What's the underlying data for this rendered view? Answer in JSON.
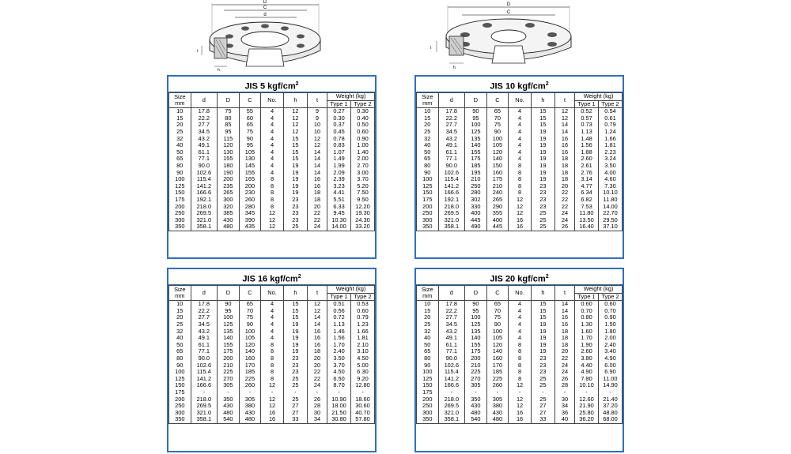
{
  "drawings": {
    "left": {
      "dim_D": "D",
      "dim_C": "C",
      "dim_d": "d",
      "dim_t": "t",
      "dim_h": "h"
    },
    "right": {
      "dim_D": "D",
      "dim_C": "C",
      "dim_t": "t",
      "dim_h": "h"
    }
  },
  "columns": {
    "size": "Size",
    "size_unit": "mm",
    "d": "d",
    "D": "D",
    "C": "C",
    "no": "No.",
    "h": "h",
    "t": "t",
    "weight": "Weight (kg)",
    "type1": "Type 1",
    "type2": "Type 2"
  },
  "tables": [
    {
      "title": "JIS 5 kgf/cm",
      "title_sup": "2",
      "rows": [
        [
          "10",
          "17.8",
          "75",
          "55",
          "4",
          "12",
          "9",
          "0.27",
          "0.30"
        ],
        [
          "15",
          "22.2",
          "80",
          "60",
          "4",
          "12",
          "9",
          "0.30",
          "0.40"
        ],
        [
          "20",
          "27.7",
          "85",
          "65",
          "4",
          "12",
          "10",
          "0.37",
          "0.50"
        ],
        [
          "25",
          "34.5",
          "95",
          "75",
          "4",
          "12",
          "10",
          "0.45",
          "0.60"
        ],
        [
          "32",
          "43.2",
          "115",
          "90",
          "4",
          "15",
          "12",
          "0.78",
          "0.90"
        ],
        [
          "40",
          "49.1",
          "120",
          "95",
          "4",
          "15",
          "12",
          "0.83",
          "1.00"
        ],
        [
          "50",
          "61.1",
          "130",
          "105",
          "4",
          "15",
          "14",
          "1.07",
          "1.40"
        ],
        [
          "65",
          "77.1",
          "155",
          "130",
          "4",
          "15",
          "14",
          "1.49",
          "2.00"
        ],
        [
          "80",
          "90.0",
          "180",
          "145",
          "4",
          "19",
          "14",
          "1.99",
          "2.70"
        ],
        [
          "90",
          "102.6",
          "190",
          "155",
          "4",
          "19",
          "14",
          "2.09",
          "3.00"
        ],
        [
          "100",
          "115.4",
          "200",
          "165",
          "8",
          "19",
          "16",
          "2.39",
          "3.70"
        ],
        [
          "125",
          "141.2",
          "235",
          "200",
          "8",
          "19",
          "16",
          "3.23",
          "5.20"
        ],
        [
          "150",
          "166.6",
          "265",
          "230",
          "8",
          "19",
          "18",
          "4.41",
          "7.50"
        ],
        [
          "175",
          "192.1",
          "300",
          "260",
          "8",
          "23",
          "18",
          "5.51",
          "9.50"
        ],
        [
          "200",
          "218.0",
          "320",
          "280",
          "8",
          "23",
          "20",
          "6.33",
          "12.20"
        ],
        [
          "250",
          "269.5",
          "385",
          "345",
          "12",
          "23",
          "22",
          "9.45",
          "19.30"
        ],
        [
          "300",
          "321.0",
          "430",
          "390",
          "12",
          "23",
          "22",
          "10.30",
          "24.30"
        ],
        [
          "350",
          "358.1",
          "480",
          "435",
          "12",
          "25",
          "24",
          "14.00",
          "33.20"
        ]
      ]
    },
    {
      "title": "JIS 10 kgf/cm",
      "title_sup": "2",
      "rows": [
        [
          "10",
          "17.8",
          "90",
          "65",
          "4",
          "15",
          "12",
          "0.52",
          "0.54"
        ],
        [
          "15",
          "22.2",
          "95",
          "70",
          "4",
          "15",
          "12",
          "0.57",
          "0.61"
        ],
        [
          "20",
          "27.7",
          "100",
          "75",
          "4",
          "15",
          "14",
          "0.73",
          "0.79"
        ],
        [
          "25",
          "34.5",
          "125",
          "90",
          "4",
          "19",
          "14",
          "1.13",
          "1.24"
        ],
        [
          "32",
          "43.2",
          "135",
          "100",
          "4",
          "19",
          "16",
          "1.48",
          "1.66"
        ],
        [
          "40",
          "49.1",
          "140",
          "105",
          "4",
          "19",
          "16",
          "1.56",
          "1.81"
        ],
        [
          "50",
          "61.1",
          "155",
          "120",
          "4",
          "19",
          "16",
          "1.88",
          "2.23"
        ],
        [
          "65",
          "77.1",
          "175",
          "140",
          "4",
          "19",
          "18",
          "2.60",
          "3.24"
        ],
        [
          "80",
          "90.0",
          "185",
          "150",
          "8",
          "19",
          "18",
          "2.61",
          "3.50"
        ],
        [
          "90",
          "102.6",
          "195",
          "160",
          "8",
          "19",
          "18",
          "2.76",
          "4.00"
        ],
        [
          "100",
          "115.4",
          "210",
          "175",
          "8",
          "19",
          "18",
          "3.14",
          "4.60"
        ],
        [
          "125",
          "141.2",
          "250",
          "210",
          "8",
          "23",
          "20",
          "4.77",
          "7.30"
        ],
        [
          "150",
          "166.6",
          "280",
          "240",
          "8",
          "23",
          "22",
          "6.34",
          "10.10"
        ],
        [
          "175",
          "192.1",
          "302",
          "265",
          "12",
          "23",
          "22",
          "6.82",
          "11.80"
        ],
        [
          "200",
          "218.0",
          "330",
          "290",
          "12",
          "23",
          "22",
          "7.53",
          "14.00"
        ],
        [
          "250",
          "269.5",
          "400",
          "355",
          "12",
          "25",
          "24",
          "11.80",
          "22.70"
        ],
        [
          "300",
          "321.0",
          "445",
          "400",
          "16",
          "25",
          "24",
          "13.50",
          "29.50"
        ],
        [
          "350",
          "358.1",
          "490",
          "445",
          "16",
          "25",
          "26",
          "16.40",
          "37.10"
        ]
      ]
    },
    {
      "title": "JIS 16 kgf/cm",
      "title_sup": "2",
      "rows": [
        [
          "10",
          "17.8",
          "90",
          "65",
          "4",
          "15",
          "12",
          "0.51",
          "0.53"
        ],
        [
          "15",
          "22.2",
          "95",
          "70",
          "4",
          "15",
          "12",
          "0.56",
          "0.60"
        ],
        [
          "20",
          "27.7",
          "100",
          "75",
          "4",
          "15",
          "14",
          "0.72",
          "0.79"
        ],
        [
          "25",
          "34.5",
          "125",
          "90",
          "4",
          "19",
          "14",
          "1.13",
          "1.23"
        ],
        [
          "32",
          "43.2",
          "135",
          "100",
          "4",
          "19",
          "16",
          "1.46",
          "1.66"
        ],
        [
          "40",
          "49.1",
          "140",
          "105",
          "4",
          "19",
          "16",
          "1.56",
          "1.81"
        ],
        [
          "50",
          "61.1",
          "155",
          "120",
          "8",
          "19",
          "16",
          "1.70",
          "2.10"
        ],
        [
          "65",
          "77.1",
          "175",
          "140",
          "8",
          "19",
          "18",
          "2.40",
          "3.10"
        ],
        [
          "80",
          "90.0",
          "200",
          "160",
          "8",
          "23",
          "20",
          "3.50",
          "4.50"
        ],
        [
          "90",
          "102.6",
          "210",
          "170",
          "8",
          "23",
          "20",
          "3.70",
          "5.00"
        ],
        [
          "100",
          "115.4",
          "225",
          "185",
          "8",
          "23",
          "22",
          "4.50",
          "6.30"
        ],
        [
          "125",
          "141.2",
          "270",
          "225",
          "8",
          "25",
          "22",
          "6.50",
          "9.20"
        ],
        [
          "150",
          "166.6",
          "305",
          "260",
          "12",
          "25",
          "24",
          "8.70",
          "12.80"
        ],
        [
          "175",
          "-",
          "-",
          "-",
          "-",
          "-",
          "-",
          "-",
          "-"
        ],
        [
          "200",
          "218.0",
          "350",
          "305",
          "12",
          "25",
          "26",
          "10.90",
          "18.60"
        ],
        [
          "250",
          "269.5",
          "430",
          "380",
          "12",
          "27",
          "28",
          "18.00",
          "30.60"
        ],
        [
          "300",
          "321.0",
          "480",
          "430",
          "16",
          "27",
          "30",
          "21.50",
          "40.70"
        ],
        [
          "350",
          "358.1",
          "540",
          "480",
          "16",
          "33",
          "34",
          "30.80",
          "57.80"
        ]
      ]
    },
    {
      "title": "JIS 20 kgf/cm",
      "title_sup": "2",
      "rows": [
        [
          "10",
          "17.8",
          "90",
          "65",
          "4",
          "15",
          "14",
          "0.60",
          "0.60"
        ],
        [
          "15",
          "22.2",
          "95",
          "70",
          "4",
          "15",
          "14",
          "0.70",
          "0.70"
        ],
        [
          "20",
          "27.7",
          "100",
          "75",
          "4",
          "15",
          "16",
          "0.80",
          "0.90"
        ],
        [
          "25",
          "34.5",
          "125",
          "90",
          "4",
          "19",
          "16",
          "1.30",
          "1.50"
        ],
        [
          "32",
          "43.2",
          "135",
          "100",
          "4",
          "19",
          "18",
          "1.60",
          "1.80"
        ],
        [
          "40",
          "49.1",
          "140",
          "105",
          "4",
          "19",
          "18",
          "1.70",
          "2.00"
        ],
        [
          "50",
          "61.1",
          "155",
          "120",
          "8",
          "19",
          "18",
          "1.90",
          "2.40"
        ],
        [
          "65",
          "77.1",
          "175",
          "140",
          "8",
          "19",
          "20",
          "2.60",
          "3.40"
        ],
        [
          "80",
          "90.0",
          "200",
          "160",
          "8",
          "23",
          "22",
          "3.80",
          "4.90"
        ],
        [
          "90",
          "102.6",
          "210",
          "170",
          "8",
          "23",
          "24",
          "4.40",
          "6.00"
        ],
        [
          "100",
          "115.4",
          "225",
          "185",
          "8",
          "23",
          "24",
          "4.90",
          "6.90"
        ],
        [
          "125",
          "141.2",
          "270",
          "225",
          "8",
          "25",
          "26",
          "7.80",
          "11.00"
        ],
        [
          "150",
          "166.6",
          "305",
          "260",
          "12",
          "25",
          "28",
          "10.10",
          "14.90"
        ],
        [
          "175",
          "-",
          "-",
          "-",
          "-",
          "-",
          "-",
          "-",
          "-"
        ],
        [
          "200",
          "218.0",
          "350",
          "305",
          "12",
          "25",
          "30",
          "12.60",
          "21.40"
        ],
        [
          "250",
          "269.5",
          "430",
          "380",
          "12",
          "27",
          "34",
          "21.90",
          "37.20"
        ],
        [
          "300",
          "321.0",
          "480",
          "430",
          "16",
          "27",
          "36",
          "25.80",
          "48.80"
        ],
        [
          "350",
          "358.1",
          "540",
          "480",
          "16",
          "33",
          "40",
          "36.20",
          "68.00"
        ]
      ]
    }
  ]
}
